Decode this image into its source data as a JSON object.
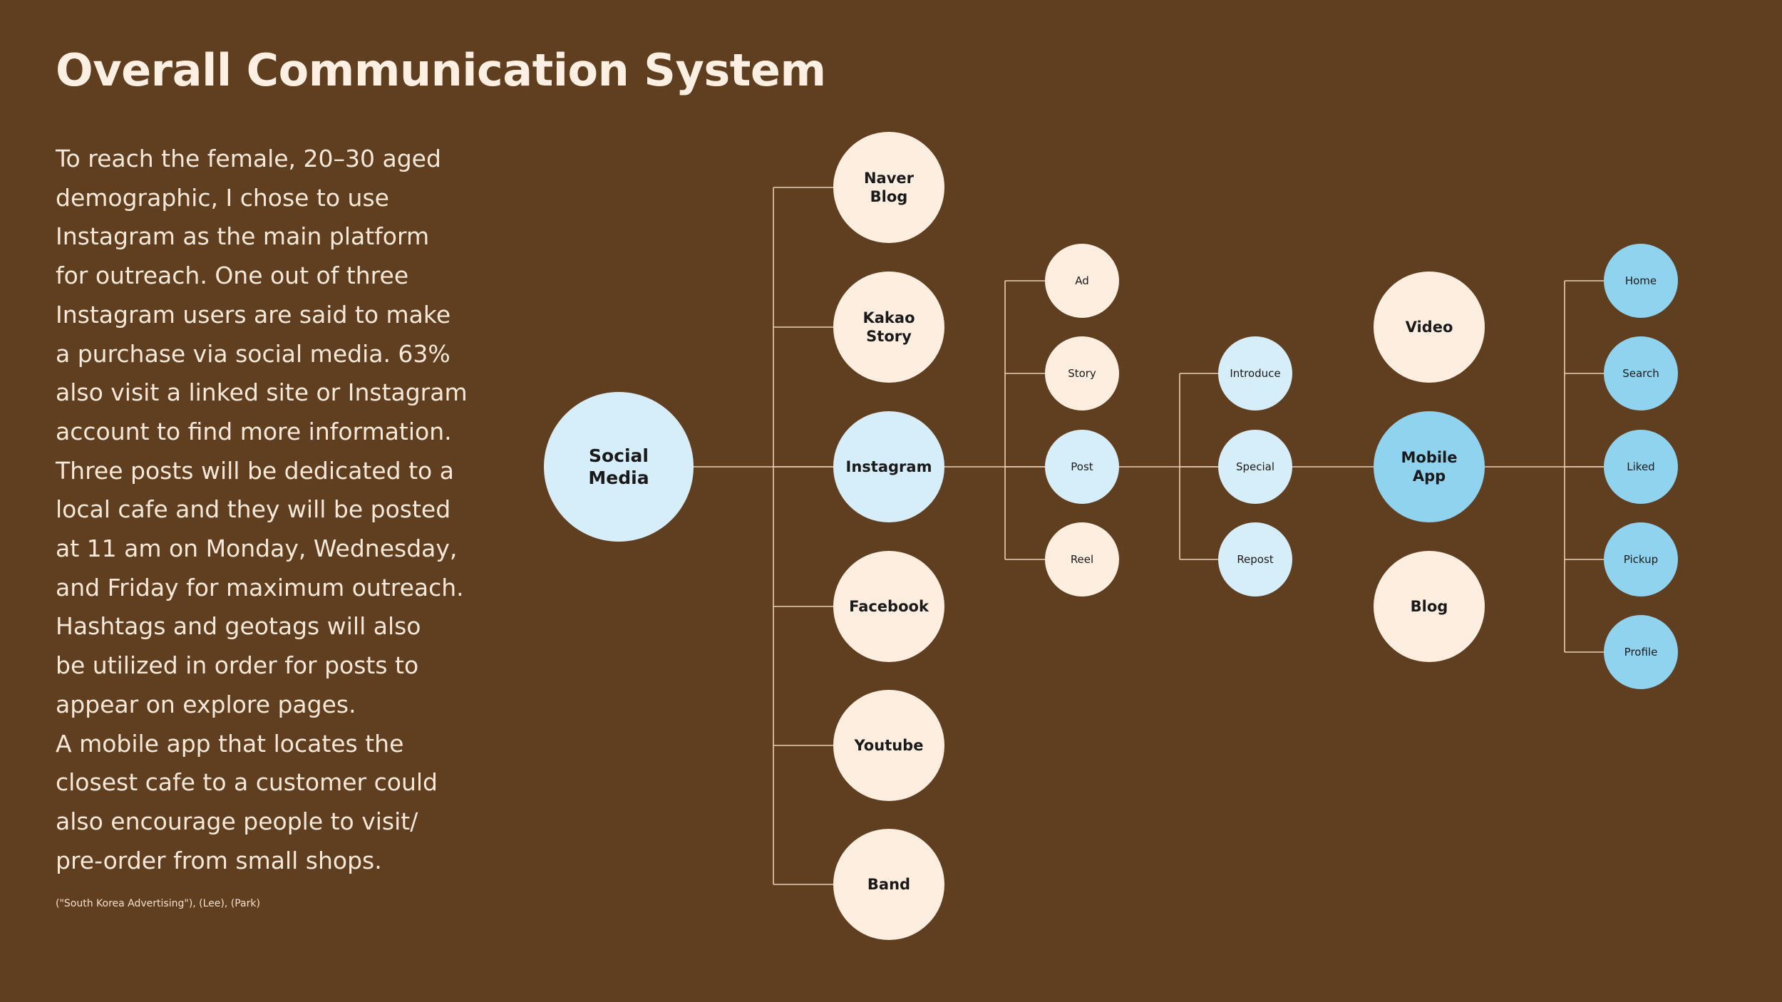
{
  "title": "Overall Communication System",
  "body_lines": [
    "To reach the female, 20–30 aged",
    "demographic, I chose to use",
    "Instagram as the main platform",
    "for outreach. One out of three",
    "Instagram users are said to make",
    "a purchase via social media. 63%",
    "also visit a linked site or Instagram",
    "account to find more information.",
    "Three posts will be dedicated to a",
    "local cafe and they will be posted",
    "at 11 am on Monday, Wednesday,",
    "and Friday for maximum outreach.",
    "Hashtags and geotags will also",
    "be utilized in order for posts to",
    "appear on explore pages.",
    "A mobile app that locates the",
    "closest cafe to a customer could",
    "also encourage people to visit/",
    "pre-order from small shops."
  ],
  "citation": "(\"South Korea Advertising\"), (Lee), (Park)",
  "colors": {
    "background": "#603e20",
    "cream": "#fdeee0",
    "light_blue": "#d6eef9",
    "mid_blue": "#8fd3ef",
    "connector": "#e9cfb2",
    "label": "#1a1a1a"
  },
  "diagram": {
    "root": {
      "label": [
        "Social",
        "Media"
      ],
      "fill": "light_blue"
    },
    "platforms": [
      {
        "label": [
          "Naver",
          "Blog"
        ],
        "fill": "cream"
      },
      {
        "label": [
          "Kakao",
          "Story"
        ],
        "fill": "cream"
      },
      {
        "label": [
          "Instagram"
        ],
        "fill": "light_blue"
      },
      {
        "label": [
          "Facebook"
        ],
        "fill": "cream"
      },
      {
        "label": [
          "Youtube"
        ],
        "fill": "cream"
      },
      {
        "label": [
          "Band"
        ],
        "fill": "cream"
      }
    ],
    "formats": [
      {
        "label": [
          "Ad"
        ],
        "fill": "cream"
      },
      {
        "label": [
          "Story"
        ],
        "fill": "cream"
      },
      {
        "label": [
          "Post"
        ],
        "fill": "light_blue"
      },
      {
        "label": [
          "Reel"
        ],
        "fill": "cream"
      }
    ],
    "posts": [
      {
        "label": [
          "Introduce"
        ],
        "fill": "light_blue"
      },
      {
        "label": [
          "Special"
        ],
        "fill": "light_blue"
      },
      {
        "label": [
          "Repost"
        ],
        "fill": "light_blue"
      }
    ],
    "channels": [
      {
        "label": [
          "Video"
        ],
        "fill": "cream"
      },
      {
        "label": [
          "Mobile",
          "App"
        ],
        "fill": "mid_blue"
      },
      {
        "label": [
          "Blog"
        ],
        "fill": "cream"
      }
    ],
    "app_pages": [
      {
        "label": [
          "Home"
        ],
        "fill": "mid_blue"
      },
      {
        "label": [
          "Search"
        ],
        "fill": "mid_blue"
      },
      {
        "label": [
          "Liked"
        ],
        "fill": "mid_blue"
      },
      {
        "label": [
          "Pickup"
        ],
        "fill": "mid_blue"
      },
      {
        "label": [
          "Profile"
        ],
        "fill": "mid_blue"
      }
    ]
  }
}
